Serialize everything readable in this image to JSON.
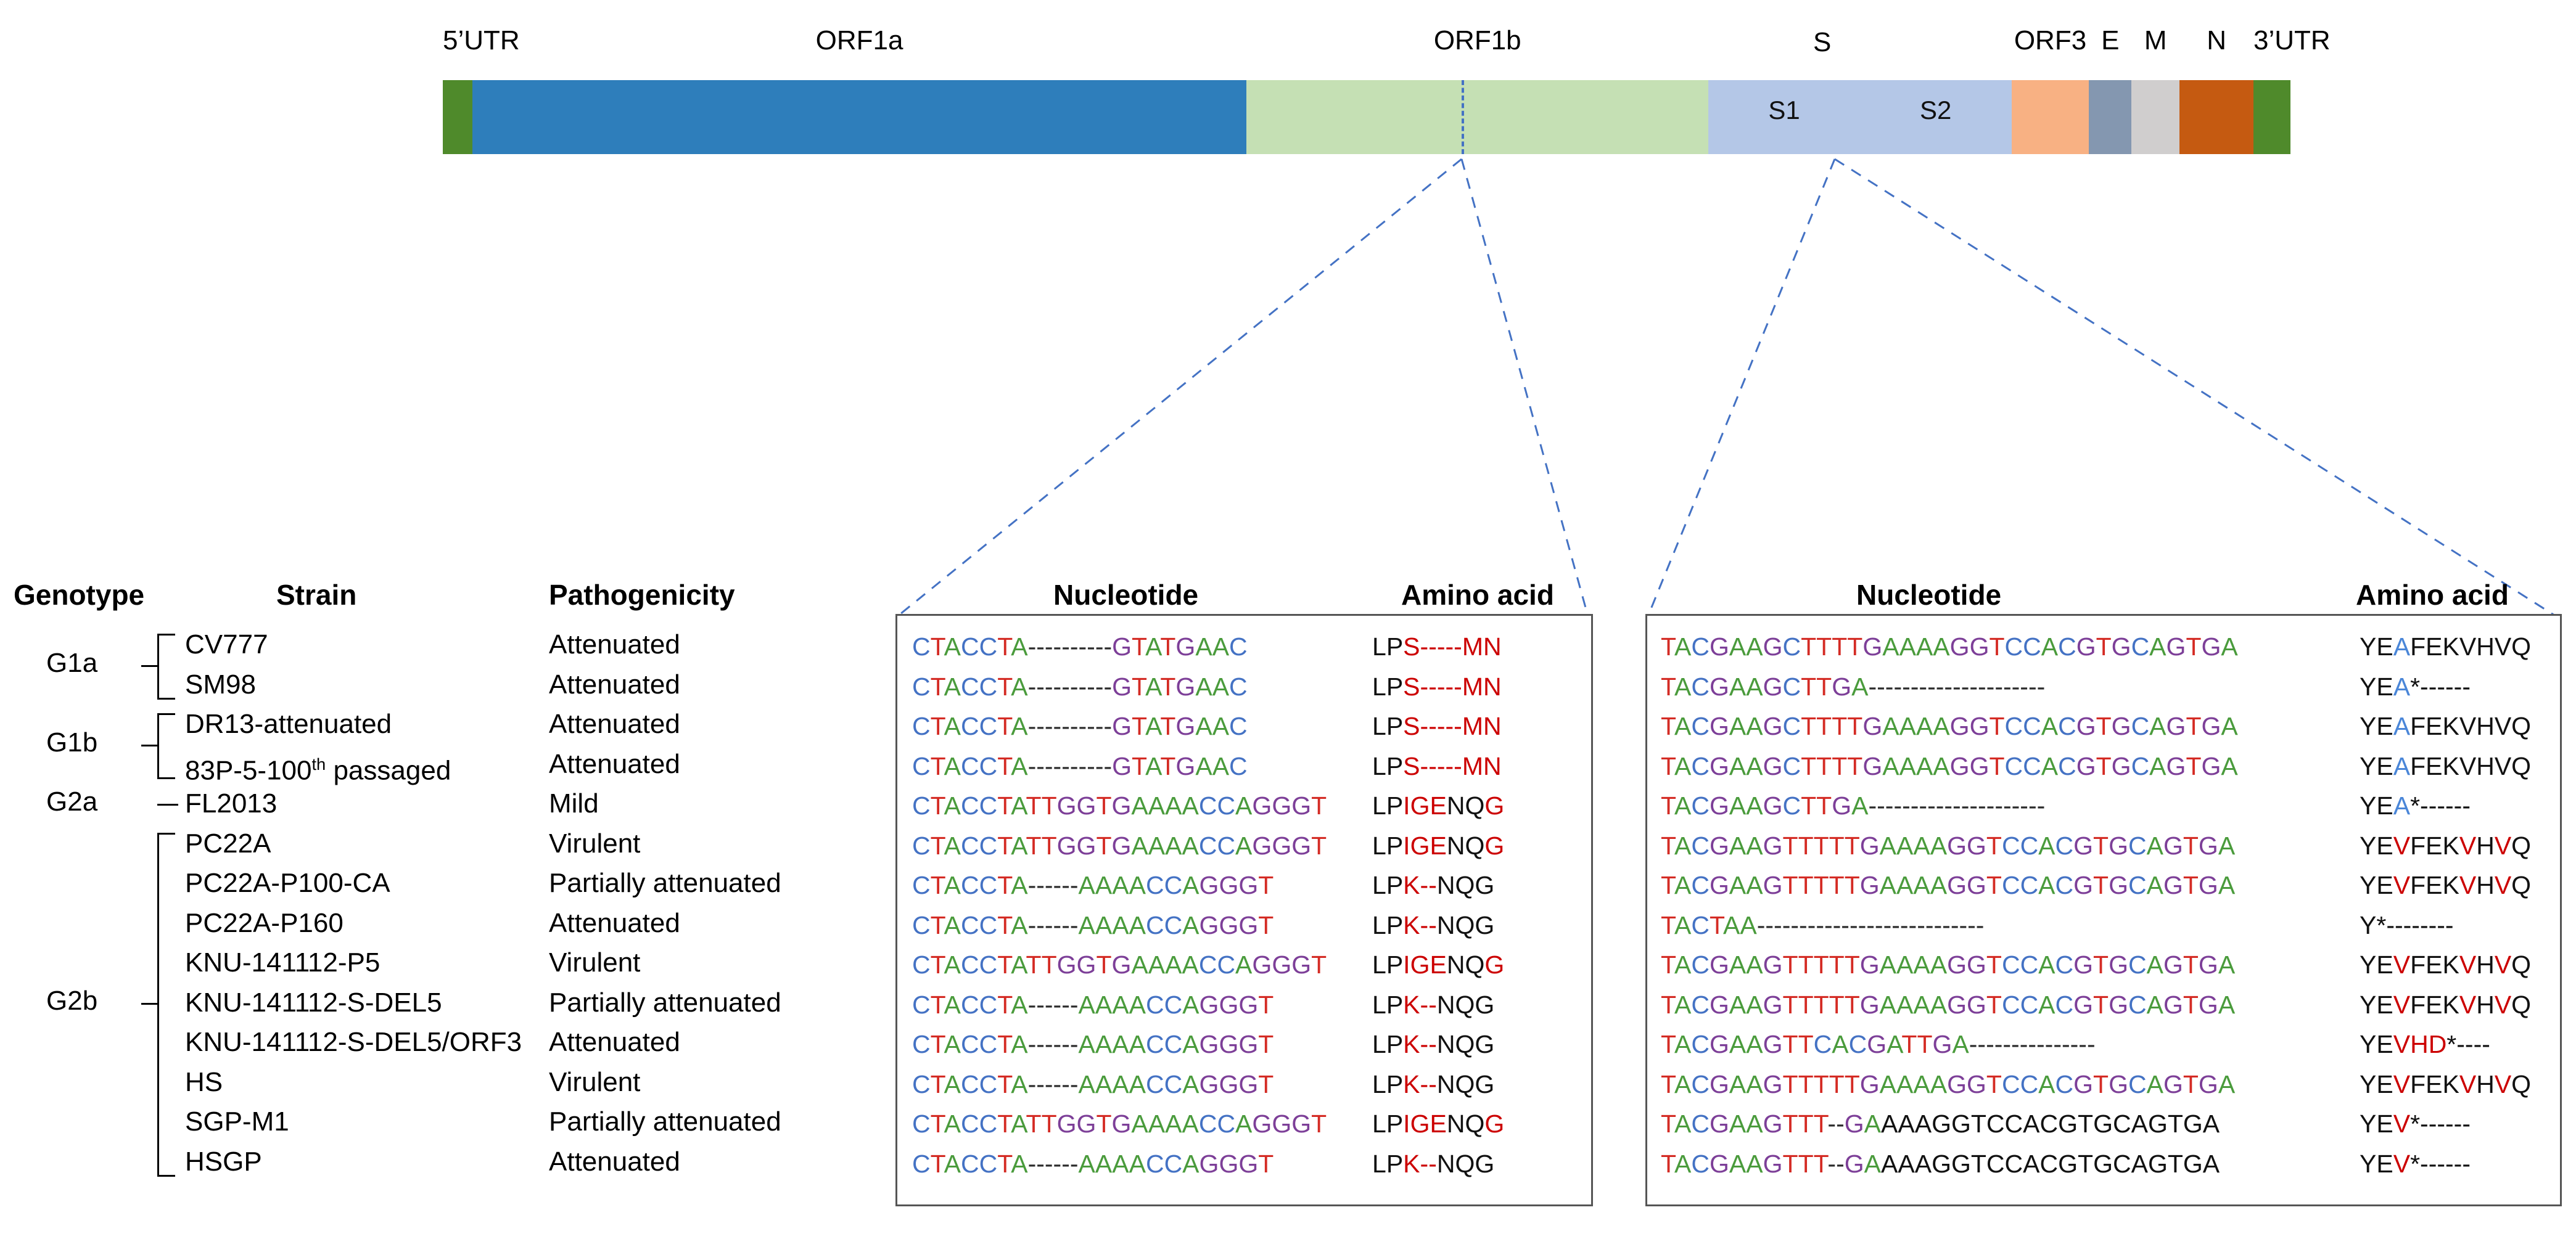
{
  "genome_map": {
    "segments": [
      {
        "name": "5'UTR",
        "label": "5’UTR",
        "color": "#4f8a2b",
        "width_pct": 1.6,
        "label_outside": true
      },
      {
        "name": "ORF1a",
        "label": "ORF1a",
        "color": "#2e7ebb",
        "width_pct": 41.9,
        "label_outside": true
      },
      {
        "name": "ORF1b",
        "label": "ORF1b",
        "color": "#c5e0b4",
        "width_pct": 25.0,
        "label_outside": true
      },
      {
        "name": "S1",
        "label": "S1",
        "color": "#b4c7e7",
        "width_pct": 8.2,
        "label_outside": false
      },
      {
        "name": "S2",
        "label": "S2",
        "color": "#b4c7e7",
        "width_pct": 8.2,
        "label_outside": false
      },
      {
        "name": "ORF3",
        "label": "ORF3",
        "color": "#f8b183",
        "width_pct": 4.2,
        "label_outside": true
      },
      {
        "name": "E",
        "label": "E",
        "color": "#8497b0",
        "width_pct": 2.3,
        "label_outside": true
      },
      {
        "name": "M",
        "label": "M",
        "color": "#d0cece",
        "width_pct": 2.6,
        "label_outside": true
      },
      {
        "name": "N",
        "label": "N",
        "color": "#c55a11",
        "width_pct": 4.0,
        "label_outside": true
      },
      {
        "name": "3'UTR",
        "label": "3’UTR",
        "color": "#4f8a2b",
        "width_pct": 2.0,
        "label_outside": true
      }
    ],
    "s_label": "S",
    "divider_color": "#4472c4",
    "connector_color": "#4472c4"
  },
  "headers": {
    "genotype": "Genotype",
    "strain": "Strain",
    "pathogenicity": "Pathogenicity",
    "nucleotide_1": "Nucleotide",
    "amino_acid_1": "Amino acid",
    "nucleotide_2": "Nucleotide",
    "amino_acid_2": "Amino acid"
  },
  "genotypes": [
    {
      "label": "G1a",
      "rows": [
        0,
        1
      ]
    },
    {
      "label": "G1b",
      "rows": [
        2,
        3
      ]
    },
    {
      "label": "G2a",
      "rows": [
        4,
        4
      ]
    },
    {
      "label": "G2b",
      "rows": [
        5,
        13
      ]
    }
  ],
  "rows": [
    {
      "strain": "CV777",
      "strain_html": "CV777",
      "pathogenicity": "Attenuated",
      "nt1": "CTACCTA----------GTATGAAC",
      "aa1": "LPS-----MN",
      "nt2": "TACGAAGCTTTTGAAAAGGTCCACGTGCAGTGA",
      "aa2": "YEAFEKVHVQ"
    },
    {
      "strain": "SM98",
      "strain_html": "SM98",
      "pathogenicity": "Attenuated",
      "nt1": "CTACCTA----------GTATGAAC",
      "aa1": "LPS-----MN",
      "nt2": "TACGAAGCTTGA---------------------",
      "aa2": "YEA*------"
    },
    {
      "strain": "DR13-attenuated",
      "strain_html": "DR13-attenuated",
      "pathogenicity": "Attenuated",
      "nt1": "CTACCTA----------GTATGAAC",
      "aa1": "LPS-----MN",
      "nt2": "TACGAAGCTTTTGAAAAGGTCCACGTGCAGTGA",
      "aa2": "YEAFEKVHVQ"
    },
    {
      "strain": "83P-5-100th passaged",
      "strain_html": "83P-5-100<sup>th</sup> passaged",
      "pathogenicity": "Attenuated",
      "nt1": "CTACCTA----------GTATGAAC",
      "aa1": "LPS-----MN",
      "nt2": "TACGAAGCTTTTGAAAAGGTCCACGTGCAGTGA",
      "aa2": "YEAFEKVHVQ"
    },
    {
      "strain": "FL2013",
      "strain_html": "FL2013",
      "pathogenicity": "Mild",
      "nt1": "CTACCTATTGGTGAAAACCAGGGT",
      "aa1": "LPIGENQG",
      "nt2": "TACGAAGCTTGA---------------------",
      "aa2": "YEA*------"
    },
    {
      "strain": "PC22A",
      "strain_html": "PC22A",
      "pathogenicity": "Virulent",
      "nt1": "CTACCTATTGGTGAAAACCAGGGT",
      "aa1": "LPIGENQG",
      "nt2": "TACGAAGTTTTTGAAAAGGTCCACGTGCAGTGA",
      "aa2": "YEVFEKVHVQ"
    },
    {
      "strain": "PC22A-P100-CA",
      "strain_html": "PC22A-P100-CA",
      "pathogenicity": "Partially attenuated",
      "nt1": "CTACCTA------AAAACCAGGGT",
      "aa1": "LPK--NQG",
      "nt2": "TACGAAGTTTTTGAAAAGGTCCACGTGCAGTGA",
      "aa2": "YEVFEKVHVQ"
    },
    {
      "strain": "PC22A-P160",
      "strain_html": "PC22A-P160",
      "pathogenicity": "Attenuated",
      "nt1": "CTACCTA------AAAACCAGGGT",
      "aa1": "LPK--NQG",
      "nt2": "TACTAA---------------------------",
      "aa2": "Y*--------"
    },
    {
      "strain": "KNU-141112-P5",
      "strain_html": "KNU-141112-P5",
      "pathogenicity": "Virulent",
      "nt1": "CTACCTATTGGTGAAAACCAGGGT",
      "aa1": "LPIGENQG",
      "nt2": "TACGAAGTTTTTGAAAAGGTCCACGTGCAGTGA",
      "aa2": "YEVFEKVHVQ"
    },
    {
      "strain": "KNU-141112-S-DEL5",
      "strain_html": "KNU-141112-S-DEL5",
      "pathogenicity": "Partially attenuated",
      "nt1": "CTACCTA------AAAACCAGGGT",
      "aa1": "LPK--NQG",
      "nt2": "TACGAAGTTTTTGAAAAGGTCCACGTGCAGTGA",
      "aa2": "YEVFEKVHVQ"
    },
    {
      "strain": "KNU-141112-S-DEL5/ORF3",
      "strain_html": "KNU-141112-S-DEL5/ORF3",
      "pathogenicity": "Attenuated",
      "nt1": "CTACCTA------AAAACCAGGGT",
      "aa1": "LPK--NQG",
      "nt2": "TACGAAGTTCACGATTGA---------------",
      "aa2": "YEVHD*----"
    },
    {
      "strain": "HS",
      "strain_html": "HS",
      "pathogenicity": "Virulent",
      "nt1": "CTACCTA------AAAACCAGGGT",
      "aa1": "LPK--NQG",
      "nt2": "TACGAAGTTTTTGAAAAGGTCCACGTGCAGTGA",
      "aa2": "YEVFEKVHVQ"
    },
    {
      "strain": "SGP-M1",
      "strain_html": "SGP-M1",
      "pathogenicity": "Partially attenuated",
      "nt1": "CTACCTATTGGTGAAAACCAGGGT",
      "aa1": "LPIGENQG",
      "nt2": "TACGAAGTTT--GAAAAGGTCCACGTGCAGTGA",
      "aa2": "YEV*------"
    },
    {
      "strain": "HSGP",
      "strain_html": "HSGP",
      "pathogenicity": "Attenuated",
      "nt1": "CTACCTA------AAAACCAGGGT",
      "aa1": "LPK--NQG",
      "nt2": "TACGAAGTTT--GAAAAGGTCCACGTGCAGTGA",
      "aa2": "YEV*------"
    }
  ],
  "nt_colors": {
    "A": "#4a9b3c",
    "C": "#4472c4",
    "G": "#7d3f98",
    "T": "#d42b24",
    "gap": "#2b2b2b"
  },
  "aa_colors": {
    "highlight_red": "#cc0000",
    "highlight_blue": "#4a86d8",
    "normal": "#111111"
  },
  "aa_highlight": {
    "red_chars": "SMNIGEKVHD*",
    "blue_chars": "A"
  }
}
